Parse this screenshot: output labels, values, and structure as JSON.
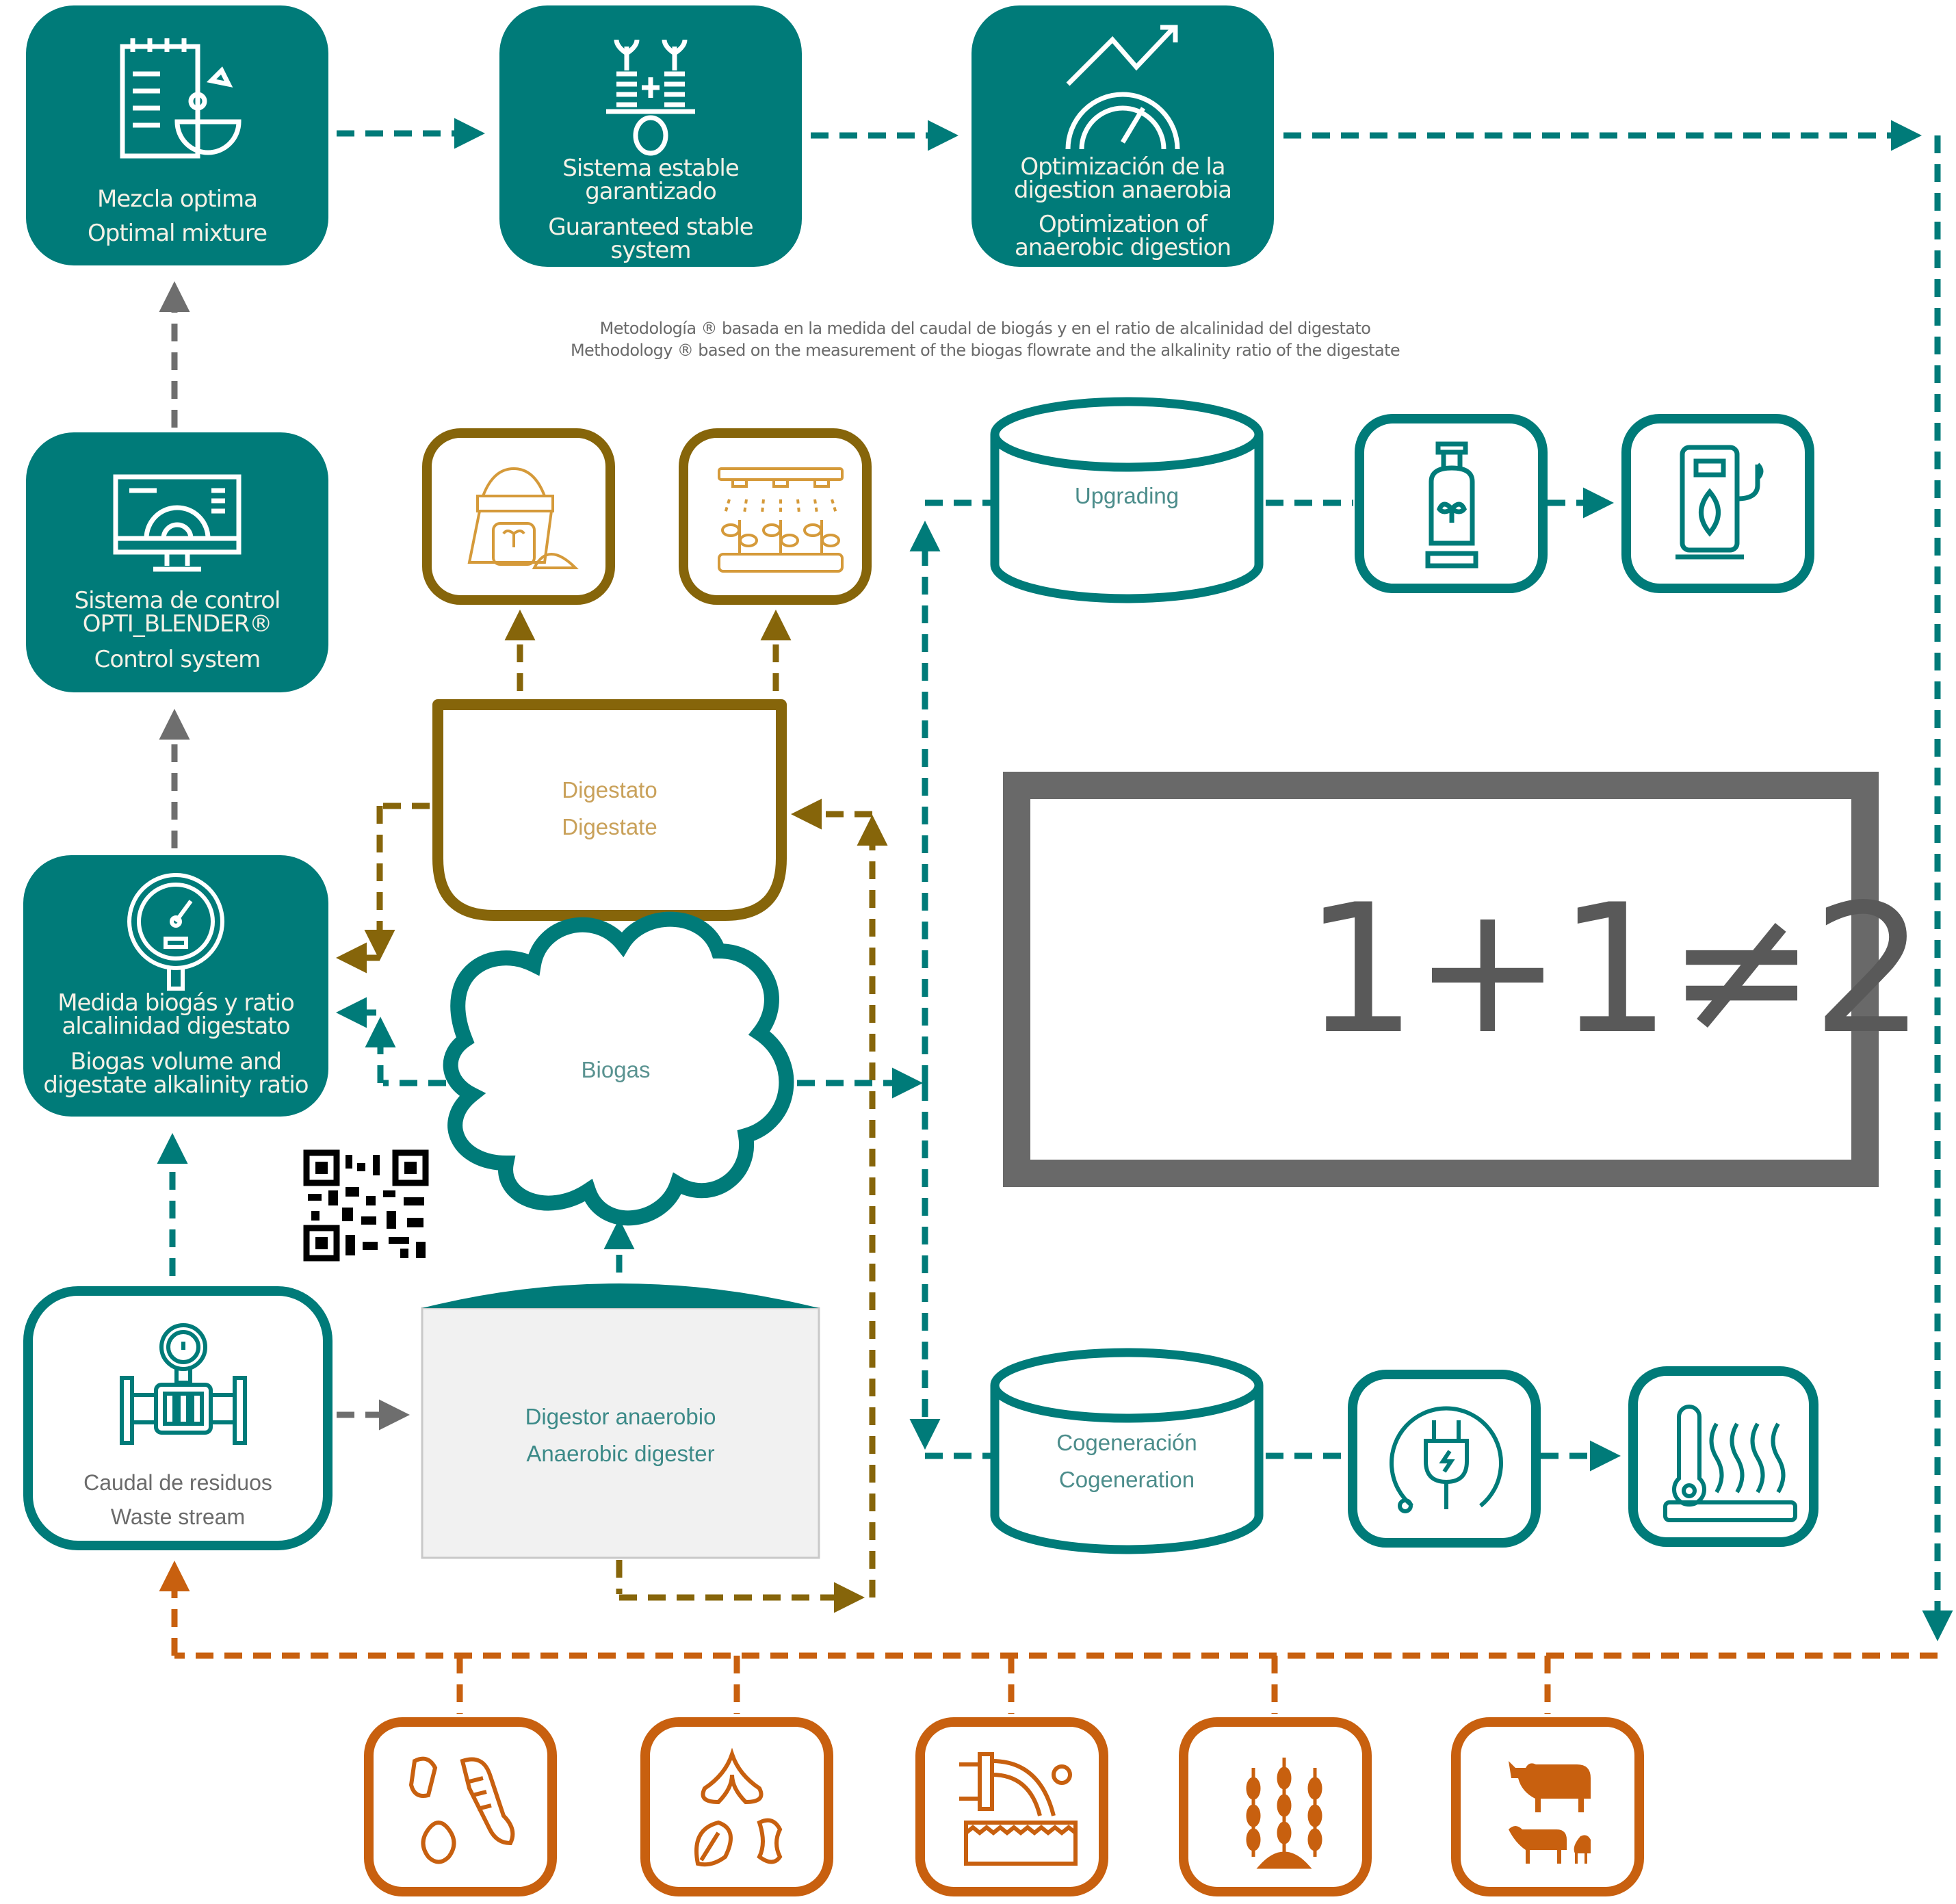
{
  "colors": {
    "teal": "#007b79",
    "gold": "#86650a",
    "gold_light": "#d59a3a",
    "orange": "#c8600f",
    "gray_arrow": "#6e6e6e",
    "equation_gray": "#595959",
    "box_border_gray": "#696969"
  },
  "top_row": [
    {
      "icon": "recipe-mixing-bowl-icon",
      "es": "Mezcla optima",
      "en": "Optimal mixture"
    },
    {
      "icon": "balanced-scale-plants-icon",
      "es_1": "Sistema estable",
      "es_2": "garantizado",
      "en_1": "Guaranteed stable",
      "en_2": "system"
    },
    {
      "icon": "gauge-growth-arrow-icon",
      "es_1": "Optimización de la",
      "es_2": "digestion anaerobia",
      "en_1": "Optimization of",
      "en_2": "anaerobic digestion"
    }
  ],
  "methodology": {
    "es": "Metodología ® basada en la medida del caudal de biogás y en el ratio de alcalinidad del digestato",
    "en": "Methodology ® based on the measurement of the biogas flowrate and the alkalinity ratio of the digestate"
  },
  "control_system": {
    "icon": "monitor-gear-icon",
    "es_1": "Sistema de control",
    "es_2": "OPTI_BLENDER®",
    "en": "Control system"
  },
  "measurement": {
    "icon": "pressure-gauge-icon",
    "es_1": "Medida biogás y ratio",
    "es_2": "alcalinidad digestato",
    "en_1": "Biogas volume and",
    "en_2": "digestate alkalinity ratio"
  },
  "waste_stream": {
    "icon": "flow-meter-pipe-icon",
    "es": "Caudal de residuos",
    "en": "Waste stream"
  },
  "digester": {
    "es": "Digestor anaerobio",
    "en": "Anaerobic digester"
  },
  "digestate": {
    "es": "Digestato",
    "en": "Digestate",
    "products": [
      "fertilizer-bag-icon",
      "irrigation-crops-icon"
    ]
  },
  "biogas": {
    "label": "Biogas"
  },
  "upgrading": {
    "label": "Upgrading",
    "outputs": [
      "biomethane-cylinder-icon",
      "bio-fuel-pump-icon"
    ]
  },
  "cogeneration": {
    "es": "Cogeneración",
    "en": "Cogeneration",
    "outputs": [
      "electric-plug-icon",
      "heat-thermometer-icon"
    ]
  },
  "equation": {
    "text": "1+1≠2"
  },
  "qr": {
    "label": "qr-code"
  },
  "waste_sources": [
    {
      "icon": "food-waste-icon"
    },
    {
      "icon": "organic-peel-waste-icon"
    },
    {
      "icon": "wastewater-discharge-icon"
    },
    {
      "icon": "crop-residue-icon"
    },
    {
      "icon": "livestock-manure-icon"
    }
  ]
}
